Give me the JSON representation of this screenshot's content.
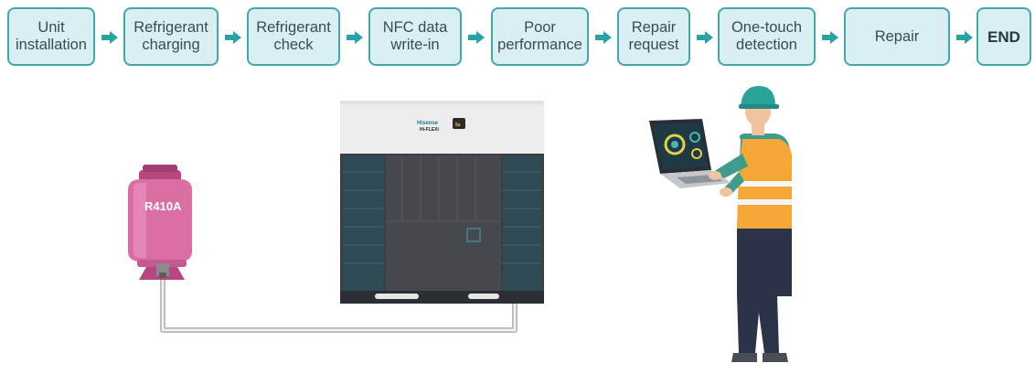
{
  "flow": {
    "steps": [
      {
        "label": "Unit installation"
      },
      {
        "label": "Refrigerant charging"
      },
      {
        "label": "Refrigerant check"
      },
      {
        "label": "NFC data write-in"
      },
      {
        "label": "Poor performance"
      },
      {
        "label": "Repair request"
      },
      {
        "label": "One-touch detection"
      },
      {
        "label": "Repair"
      },
      {
        "label": "END"
      }
    ]
  },
  "scene": {
    "tank_label": "R410A",
    "unit_brand": "Hisense",
    "unit_model": "Hi-FLEXi",
    "unit_badge": "5s"
  },
  "colors": {
    "step_fill": "#d9eff3",
    "step_border": "#3fa9ac",
    "arrow": "#27a3a3",
    "tank": "#d96ea3",
    "vest": "#f4a636",
    "helmet": "#2aa39a"
  }
}
